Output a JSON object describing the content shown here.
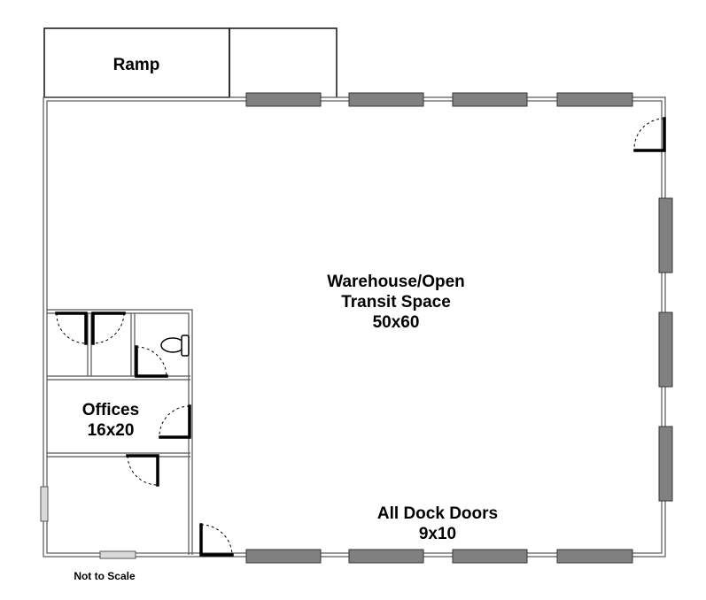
{
  "labels": {
    "ramp": "Ramp",
    "warehouse_line1": "Warehouse/Open",
    "warehouse_line2": "Transit Space",
    "warehouse_size": "50x60",
    "offices_line1": "Offices",
    "offices_size": "16x20",
    "docks_line1": "All Dock Doors",
    "docks_size": "9x10",
    "scale_note": "Not to Scale"
  },
  "colors": {
    "dock_door": "#808080",
    "window": "#d9d9d9",
    "wall": "#333333"
  },
  "icons": {
    "fixture": "toilet-icon"
  }
}
